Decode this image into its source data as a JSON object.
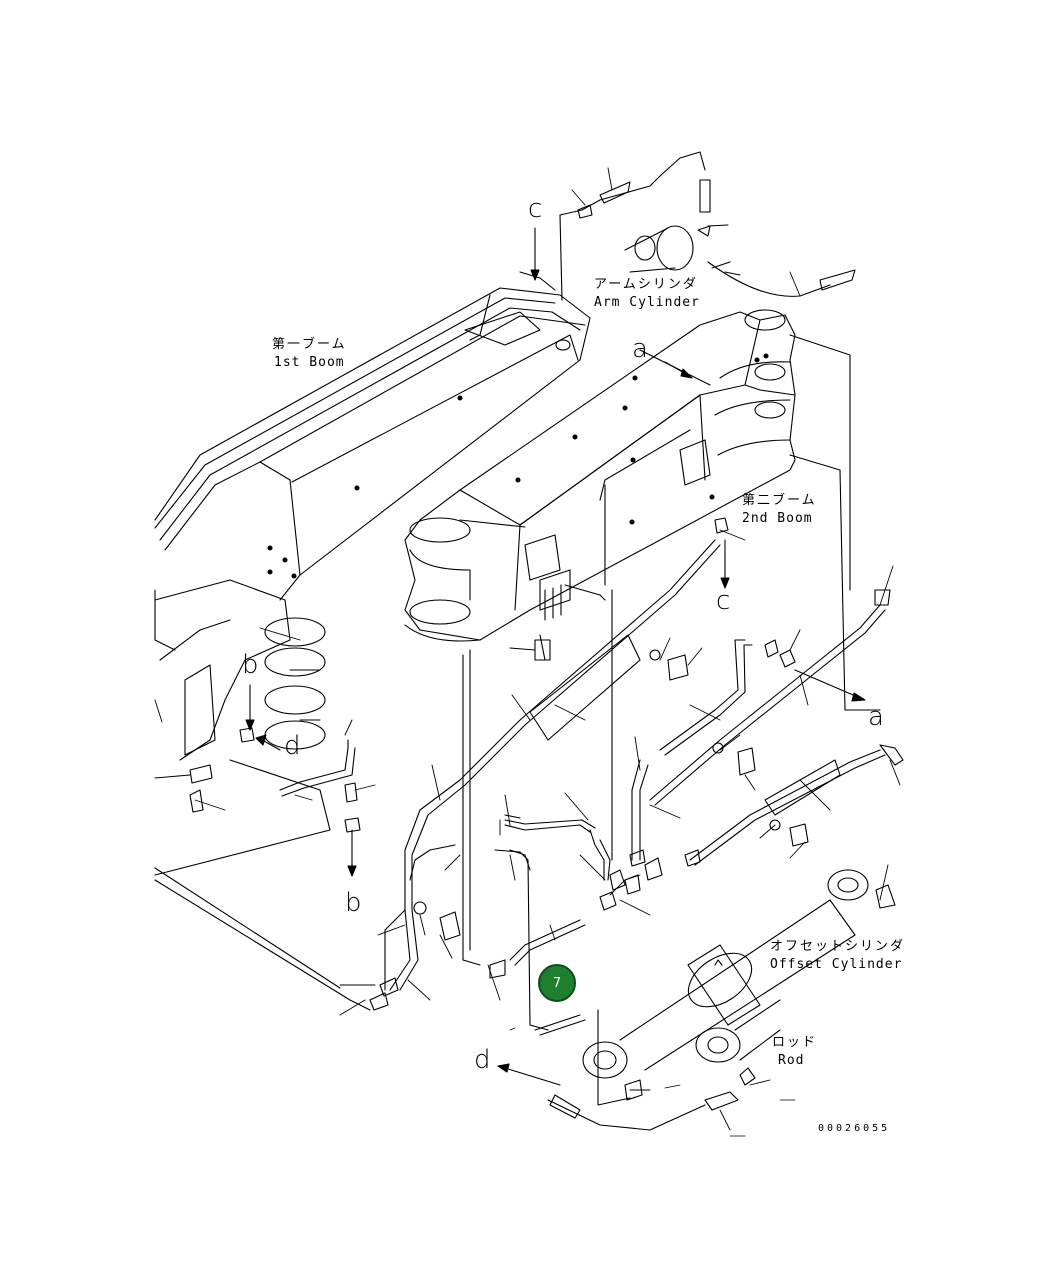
{
  "labels": {
    "arm_cylinder_jp": "アームシリンダ",
    "arm_cylinder_en": "Arm Cylinder",
    "first_boom_jp": "第一ブーム",
    "first_boom_en": "1st Boom",
    "second_boom_jp": "第二ブーム",
    "second_boom_en": "2nd Boom",
    "offset_cylinder_jp": "オフセットシリンダ",
    "offset_cylinder_en": "Offset Cylinder",
    "rod_jp": "ロッド",
    "rod_en": "Rod"
  },
  "markers": {
    "c_top": "c",
    "a_top": "a",
    "c_mid": "c",
    "a_right": "a",
    "b_top": "b",
    "d_left": "d",
    "b_bottom": "b",
    "d_bottom": "d"
  },
  "callout": {
    "number": "7",
    "color": "#1e7f2e"
  },
  "drawing_number": "00026055"
}
